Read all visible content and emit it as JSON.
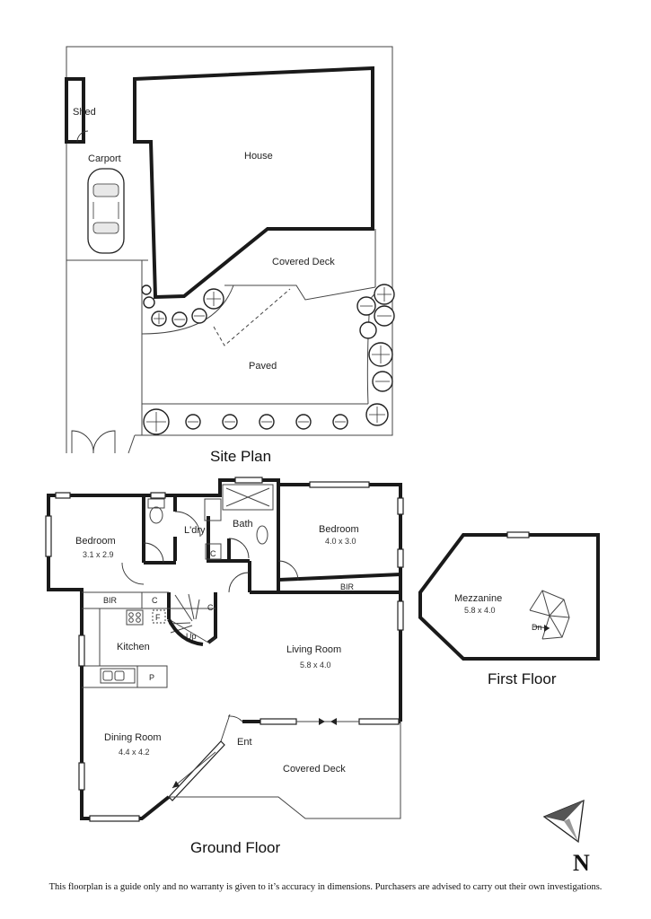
{
  "site_plan": {
    "title": "Site Plan",
    "labels": {
      "shed": "Shed",
      "carport": "Carport",
      "house": "House",
      "covered_deck": "Covered Deck",
      "paved": "Paved"
    }
  },
  "ground_floor": {
    "title": "Ground Floor",
    "rooms": {
      "bedroom_left": {
        "name": "Bedroom",
        "size": "3.1 x 2.9"
      },
      "laundry": {
        "name": "L'dry"
      },
      "bath": {
        "name": "Bath"
      },
      "bedroom_right": {
        "name": "Bedroom",
        "size": "4.0 x 3.0"
      },
      "bir_left": {
        "name": "BIR"
      },
      "bir_right": {
        "name": "BIR"
      },
      "kitchen": {
        "name": "Kitchen"
      },
      "living": {
        "name": "Living Room",
        "size": "5.8 x 4.0"
      },
      "dining": {
        "name": "Dining Room",
        "size": "4.4 x 4.2"
      },
      "covered_deck": {
        "name": "Covered Deck"
      }
    },
    "small_labels": {
      "cupboard_c": "C",
      "fridge": "F",
      "pantry": "P",
      "stairs_up": "Up",
      "entry": "Ent"
    }
  },
  "first_floor": {
    "title": "First Floor",
    "mezzanine": {
      "name": "Mezzanine",
      "size": "5.8 x 4.0"
    },
    "stairs_down": "Dn"
  },
  "compass": {
    "letter": "N"
  },
  "disclaimer": "This floorplan is a guide only and no warranty is given to it’s accuracy in dimensions. Purchasers are advised to carry out their own investigations."
}
